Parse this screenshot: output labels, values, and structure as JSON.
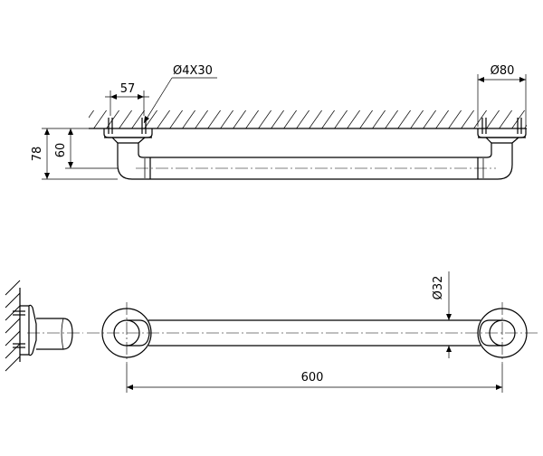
{
  "dimensions": {
    "screw_label": "Ø4X30",
    "screw_offset": "57",
    "flange_diameter": "Ø80",
    "height_total": "78",
    "height_center": "60",
    "tube_diameter": "Ø32",
    "length": "600"
  }
}
